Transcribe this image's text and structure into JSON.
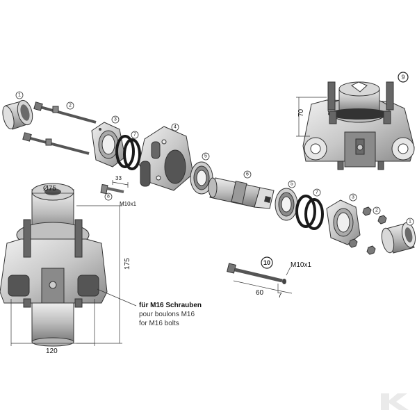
{
  "callouts": {
    "c1a": "1",
    "c2a": "2",
    "c3a": "3",
    "c4": "4",
    "c5a": "5",
    "c6": "6",
    "c7a": "7",
    "c8": "8",
    "c5b": "5",
    "c7b": "7",
    "c3b": "3",
    "c2b": "2",
    "c1b": "1",
    "c9": "9",
    "c10": "10"
  },
  "dimensions": {
    "dia75": "Ø75",
    "h175": "175",
    "w120": "120",
    "h70": "70",
    "len33": "33",
    "m10x1_a": "M10x1",
    "m10x1_b": "M10x1",
    "len60": "60",
    "len7": "7"
  },
  "note": {
    "de": "für M16 Schrauben",
    "fr": "pour boulons M16",
    "en": "for M16 bolts"
  },
  "colors": {
    "metal_light": "#d9d9d9",
    "metal_mid": "#a9a9a9",
    "metal_dark": "#5a5a5a",
    "seal_black": "#1a1a1a",
    "line": "#333333"
  }
}
